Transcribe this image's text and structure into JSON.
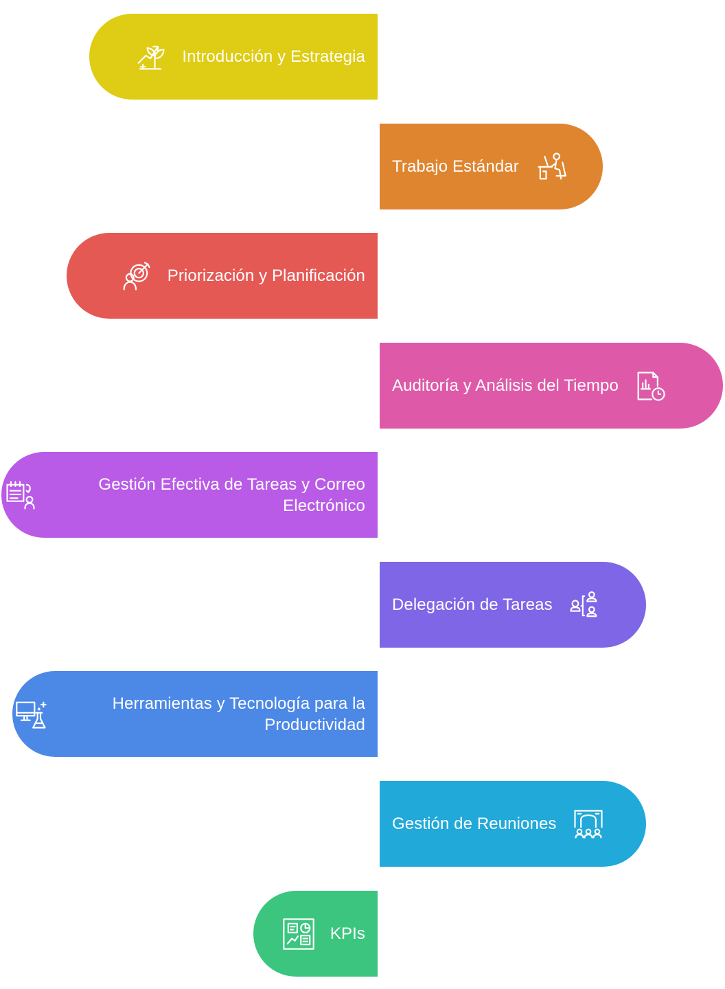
{
  "steps": [
    {
      "label": "Introducción y Estrategia",
      "icon": "growth-plant-icon",
      "color": "#dfcc14",
      "side": "left"
    },
    {
      "label": "Trabajo Estándar",
      "icon": "person-at-desk-icon",
      "color": "#df8530",
      "side": "right"
    },
    {
      "label": "Priorización y Planificación",
      "icon": "person-target-icon",
      "color": "#e55955",
      "side": "left"
    },
    {
      "label": "Auditoría y Análisis del Tiempo",
      "icon": "report-clock-icon",
      "color": "#de5aa9",
      "side": "right"
    },
    {
      "label": "Gestión Efectiva de Tareas y Correo Electrónico",
      "icon": "task-list-person-icon",
      "color": "#b95be6",
      "side": "left"
    },
    {
      "label": "Delegación de Tareas",
      "icon": "delegation-people-icon",
      "color": "#7e66e6",
      "side": "right"
    },
    {
      "label": "Herramientas y Tecnología para la Productividad",
      "icon": "computer-flask-icon",
      "color": "#4c88e6",
      "side": "left"
    },
    {
      "label": "Gestión de Reuniones",
      "icon": "meeting-room-icon",
      "color": "#21a9d9",
      "side": "right"
    },
    {
      "label": "KPIs",
      "icon": "dashboard-icon",
      "color": "#3cc57f",
      "side": "left"
    }
  ]
}
